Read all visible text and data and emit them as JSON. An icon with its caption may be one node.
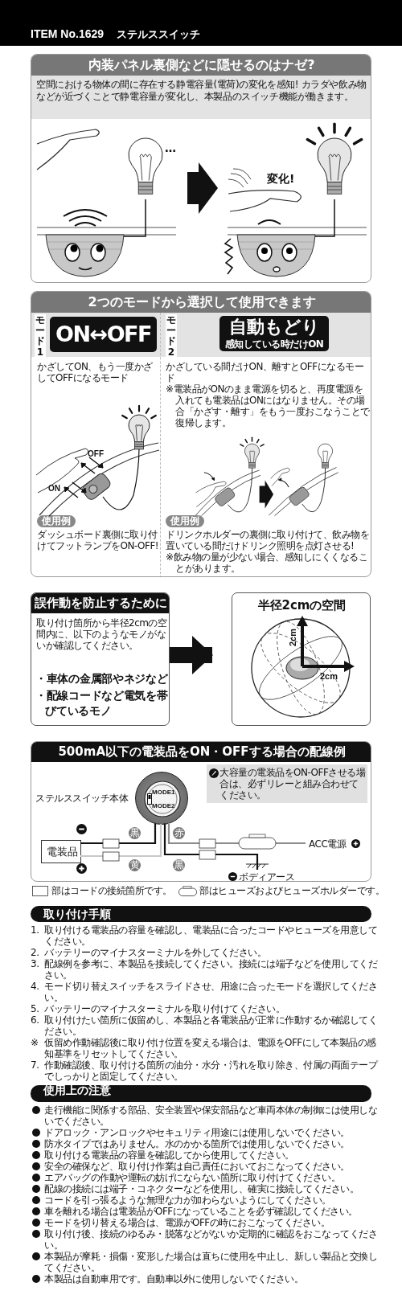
{
  "diagram": {
    "nodes": [
      {
        "text": [
          "内装パネル裏側などに隠せるのはナゼ?",
          "空間における物体の間に存在する静電容量(電荷)の変化を感知! カラダや飲み物などが近づくことで静電容量が変化し、本製品のスイッチ機能が働きます。"
        ]
      },
      {
        "text": [
          "2つのモードから選択して使用できます"
        ]
      },
      {
        "text": [
          "モード1",
          "ON↔OFF",
          "かざしてON、もう一度かざしてOFFになるモード",
          "使用例",
          "ダッシュボード裏側に取り付けてフットランプをON-OFF!"
        ],
        "in": 1
      },
      {
        "text": [
          "モード2",
          "自動もどり",
          "感知している時だけON",
          "かざしている間だけON、離すとOFFになるモード",
          "※電装品がONのまま電源を切ると、再度電源を入れても電装品はONにはなりません。その場合「かざす・離す」をもう一度おこなうことで復帰します。",
          "使用例",
          "ドリンクホルダーの裏側に取り付けて、飲み物を置いている間だけドリンク照明を点灯させる!",
          "※飲み物の量が少ない場合、感知しにくくなることがあります。"
        ],
        "in": 1
      },
      {
        "text": [
          "誤作動を防止するために",
          "取り付け箇所から半径2cmの空間内に、以下のようなモノがないか確認してください。",
          "・車体の金属部やネジなど",
          "・配線コードなど電気を帯びているモノ"
        ]
      },
      {
        "text": [
          "半径2cmの空間"
        ]
      },
      {
        "text": [
          "500mA以下の電装品をON・OFFする場合の配線例"
        ]
      },
      {
        "text": [
          "大容量の電装品をON-OFFさせる場合は、必ずリレーと組み合わせてください。"
        ],
        "in": 6
      },
      {
        "text": [
          "MODE1",
          "MODE2"
        ],
        "beside": [
          "ステルススイッチ本体"
        ],
        "in": 6
      },
      {
        "text": [
          "電装品"
        ],
        "in": 6
      },
      {
        "text": [
          "ACC電源"
        ],
        "in": 6
      },
      {
        "text": [
          "ボディアース"
        ],
        "in": 6
      },
      {
        "text": [
          "取り付け手順"
        ]
      },
      {
        "text": [
          "使用上の注意"
        ]
      }
    ],
    "edges": [
      {
        "from": 9,
        "to": 8,
        "arrow": "none",
        "label": "黒"
      },
      {
        "from": 9,
        "to": 8,
        "arrow": "none",
        "label": "黄",
        "color": "#c8c8c8"
      },
      {
        "from": 8,
        "to": 10,
        "arrow": "none",
        "label": "赤",
        "color": "#8c8c8c"
      },
      {
        "from": 8,
        "to": 11,
        "arrow": "none",
        "label": "黒"
      },
      {
        "from": 4,
        "to": 5,
        "arrow": "to",
        "style": "thick"
      }
    ],
    "labels": [
      "ITEM No.1629",
      "ステルススイッチ",
      "…",
      "変化!",
      "OFF",
      "ON",
      "2cm",
      "2cm",
      "1.",
      "取り付ける電装品の容量を確認し、電装品に合ったコードやヒューズを用意してください。",
      "2.",
      "バッテリーのマイナスターミナルを外してください。",
      "3.",
      "配線例を参考に、本製品を接続してください。接続には端子などを使用してください。",
      "4.",
      "モード切り替えスイッチをスライドさせ、用途に合ったモードを選択してください。",
      "5.",
      "バッテリーのマイナスターミナルを取り付けてください。",
      "6.",
      "取り付けたい箇所に仮留めし、本製品と各電装品が正常に作動するか確認してください。",
      "※",
      "仮留め作動確認後に取り付け位置を変える場合は、電源をOFFにして本製品の感知基準をリセットしてください。",
      "7.",
      "作動確認後、取り付ける箇所の油分・水分・汚れを取り除き、付属の両面テープでしっかりと固定してください。",
      "走行機能に関係する部品、安全装置や保安部品など車両本体の制御には使用しないでください。",
      "ドアロック・アンロックやセキュリティ用途には使用しないでください。",
      "防水タイプではありません。水のかかる箇所では使用しないでください。",
      "取り付ける電装品の容量を確認してから使用してください。",
      "安全の確保など、取り付け作業は自己責任においておこなってください。",
      "エアバッグの作動や運転の妨げにならない箇所に取り付けてください。",
      "配線の接続には端子・コネクターなどを使用し、確実に接続してください。",
      "コードを引っ張るような無理な力が加わらないようにしてください。",
      "車を離れる場合は電装品がOFFになっていることを必ず確認してください。",
      "モードを切り替える場合は、電源がOFFの時におこなってください。",
      "取り付け後、接続のゆるみ・脱落などがないか定期的に確認をおこなってください。",
      "本製品が摩耗・損傷・変形した場合は直ちに使用を中止し、新しい製品と交換してください。",
      "本製品は自動車用です。自動車以外に使用しないでください。"
    ],
    "legend": [
      {
        "text": "部はコードの接続箇所です。"
      },
      {
        "text": "部はヒューズおよびヒューズホルダーです。"
      }
    ]
  }
}
